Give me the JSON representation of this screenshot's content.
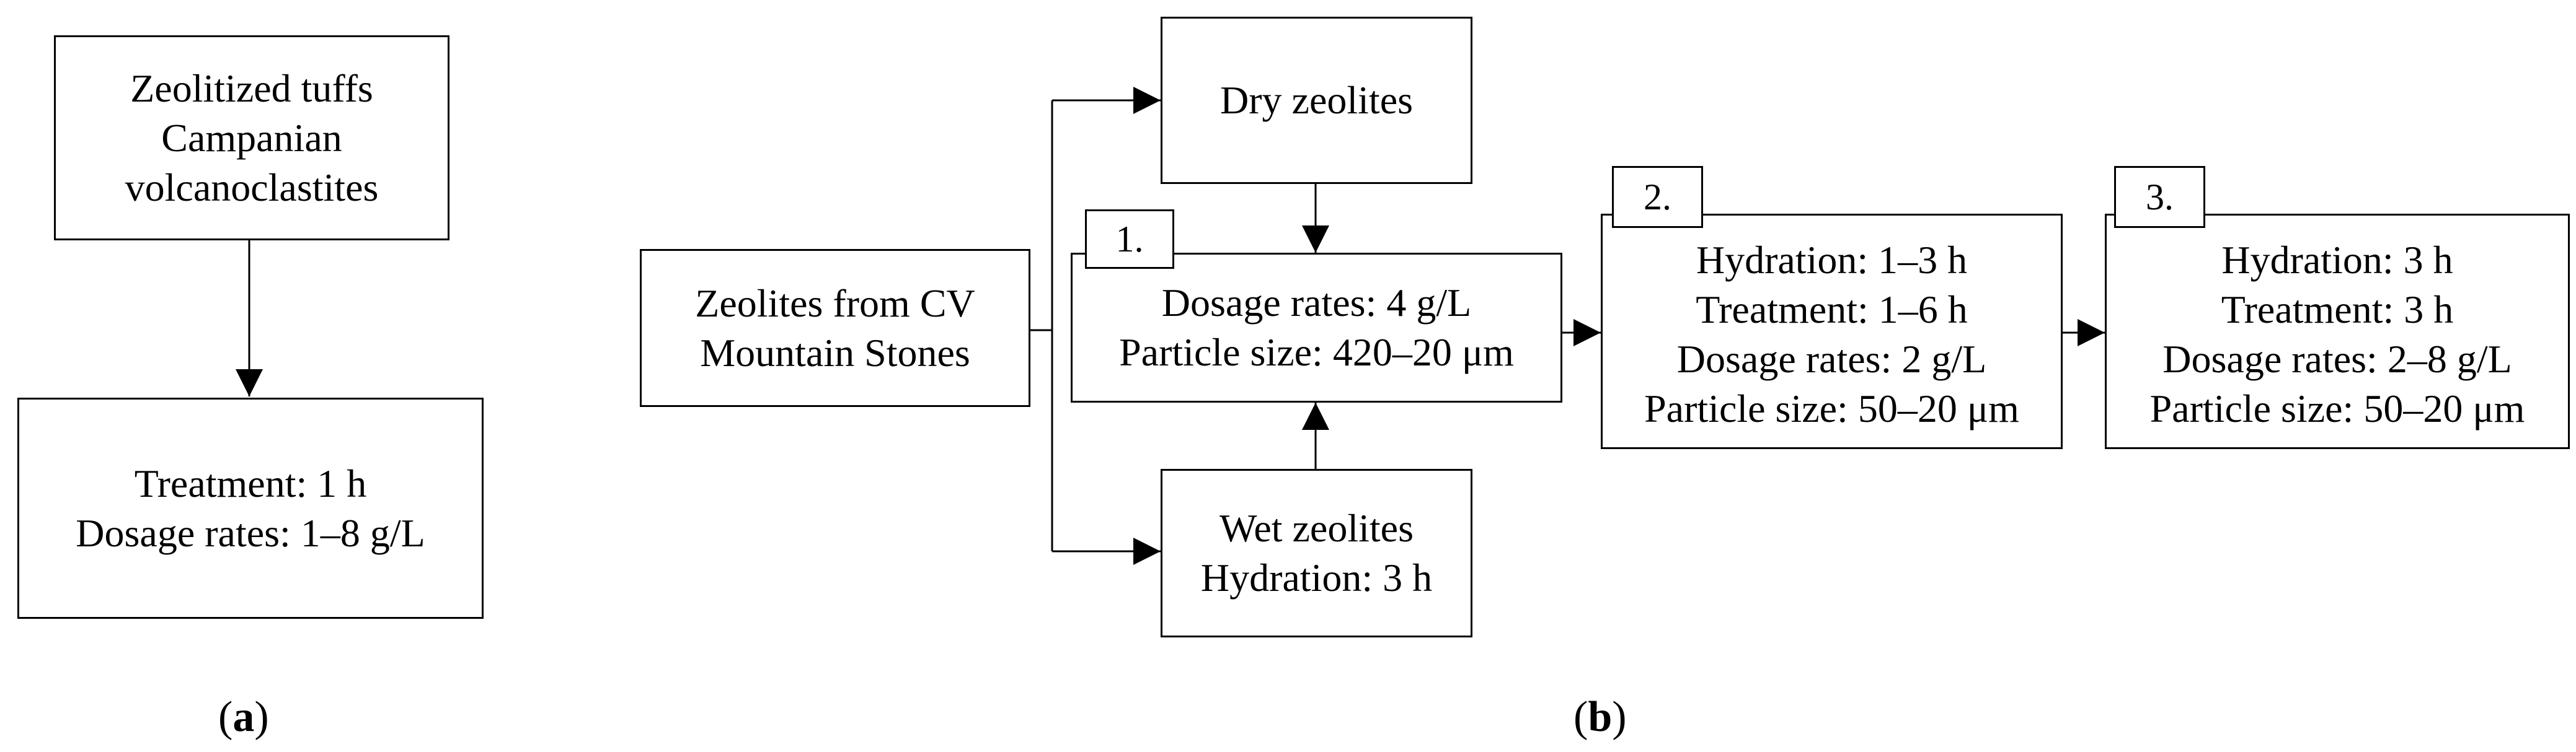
{
  "panel_a": {
    "source_lines": [
      "Zeolitized tuffs",
      "Campanian",
      "volcanoclastites"
    ],
    "result_lines": [
      "Treatment: 1 h",
      "Dosage rates: 1–8 g/L"
    ],
    "caption_open": "(",
    "caption_letter": "a",
    "caption_close": ")"
  },
  "panel_b": {
    "source_lines": [
      "Zeolites from CV",
      "Mountain Stones"
    ],
    "dry_lines": [
      "Dry zeolites"
    ],
    "wet_lines": [
      "Wet zeolites",
      "Hydration: 3 h"
    ],
    "step1": {
      "tag": "1.",
      "lines": [
        "Dosage rates: 4 g/L",
        "Particle size: 420–20 μm"
      ]
    },
    "step2": {
      "tag": "2.",
      "lines": [
        "Hydration: 1–3 h",
        "Treatment: 1–6 h",
        "Dosage rates: 2 g/L",
        "Particle size: 50–20 μm"
      ]
    },
    "step3": {
      "tag": "3.",
      "lines": [
        "Hydration: 3 h",
        "Treatment: 3 h",
        "Dosage rates: 2–8 g/L",
        "Particle size: 50–20 μm"
      ]
    },
    "caption_open": "(",
    "caption_letter": "b",
    "caption_close": ")"
  }
}
